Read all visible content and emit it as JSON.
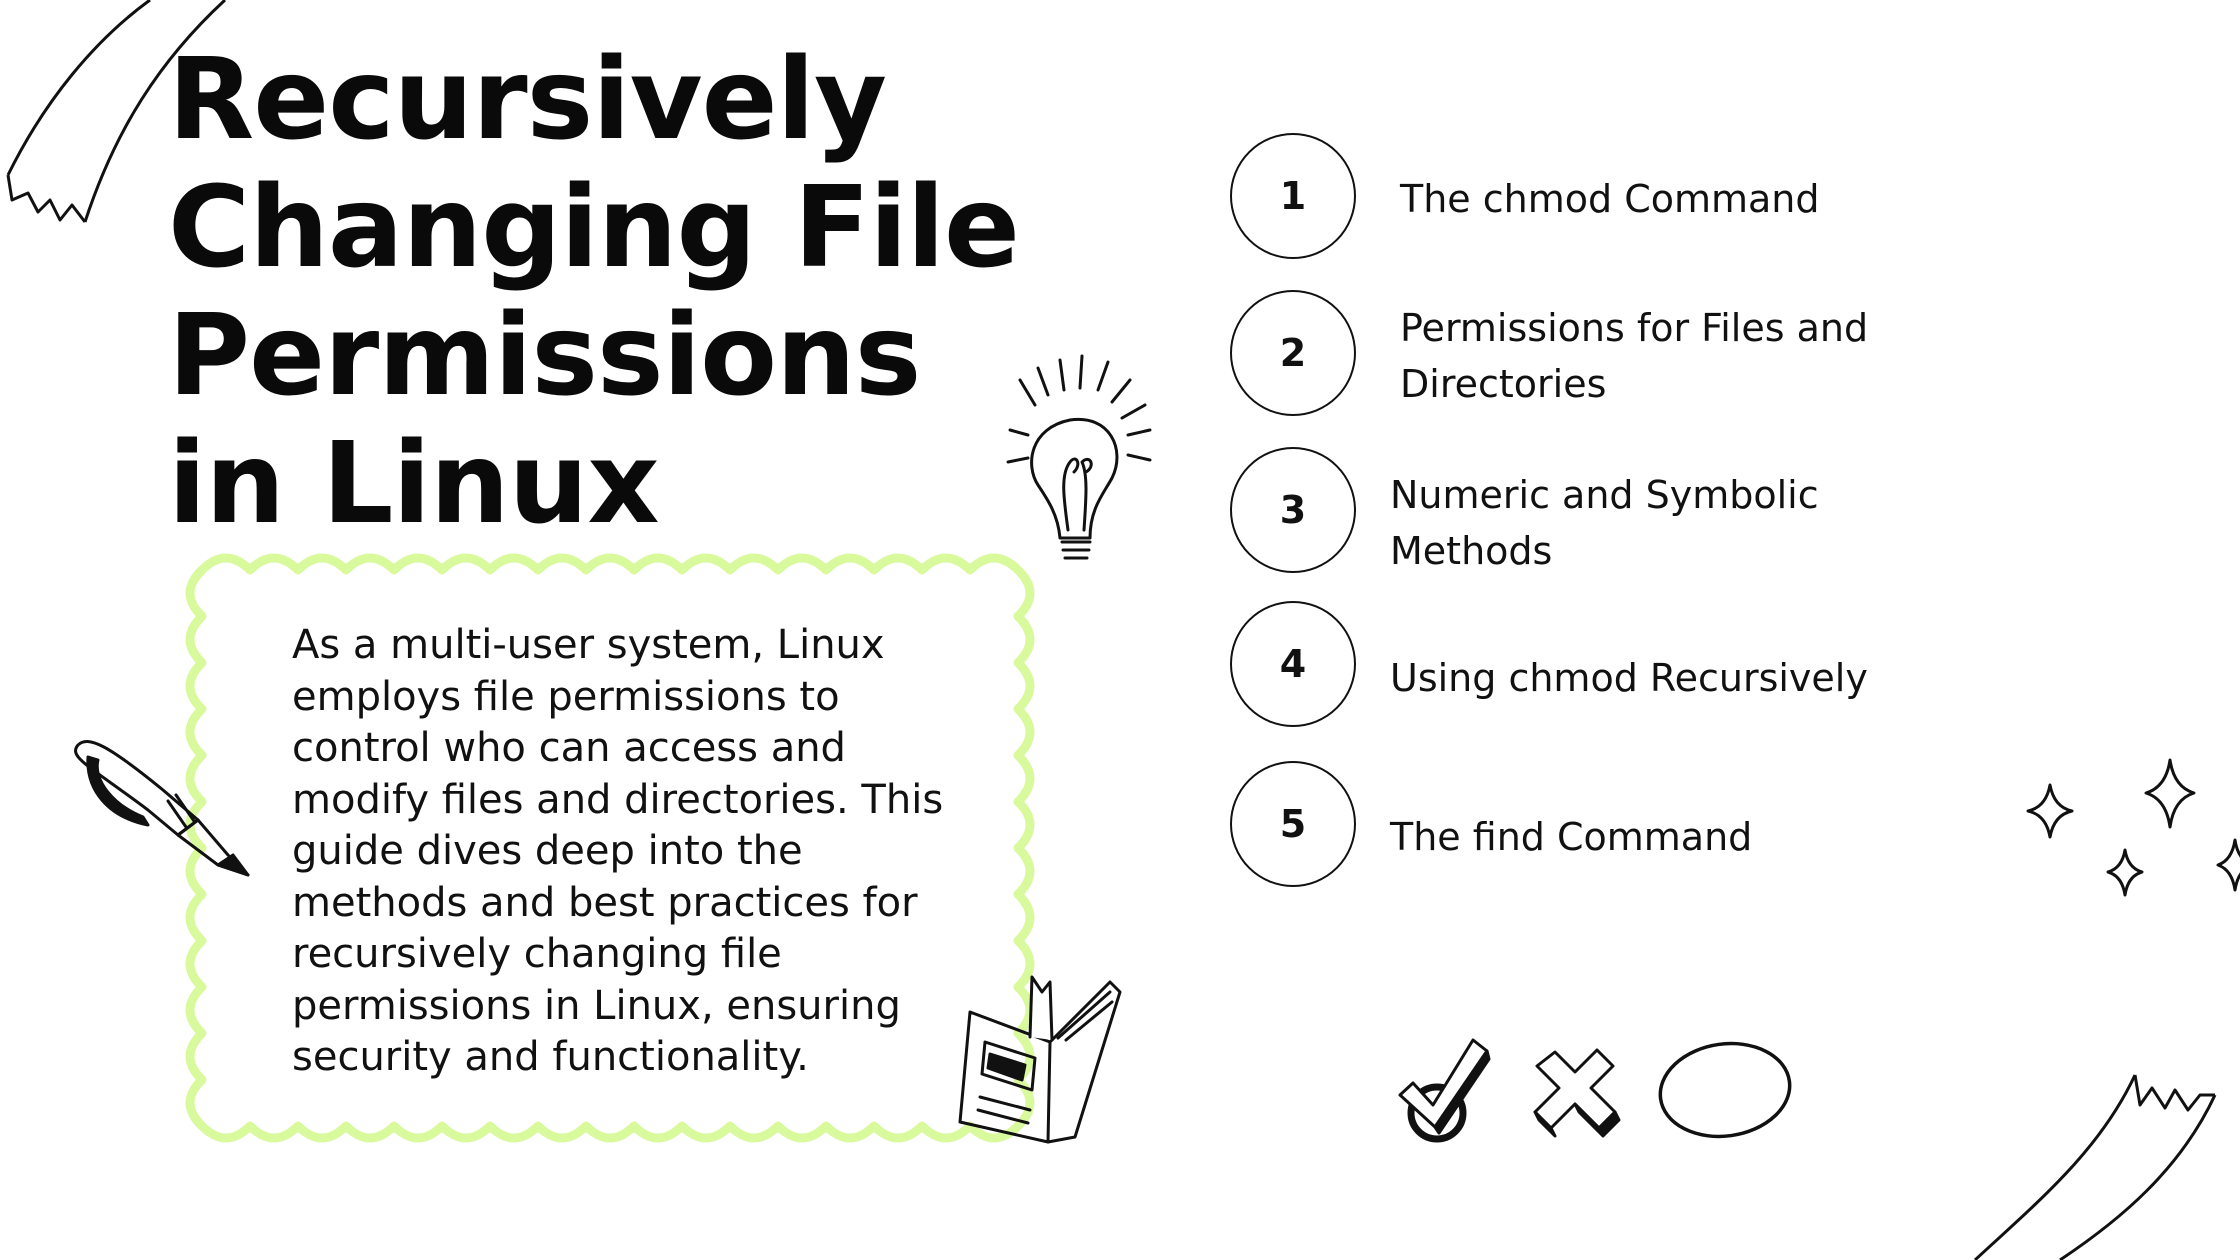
{
  "title": "Recursively Changing File Permissions in Linux",
  "intro": "As a multi-user system, Linux employs file permissions to control who can access and modify files and directories. This guide dives deep into the methods and best practices for recursively changing file permissions in Linux, ensuring security and functionality.",
  "items": [
    {
      "number": "1",
      "label": "The chmod Command"
    },
    {
      "number": "2",
      "label": "Permissions for Files and Directories"
    },
    {
      "number": "3",
      "label": "Numeric and Symbolic Methods"
    },
    {
      "number": "4",
      "label": "Using chmod Recursively"
    },
    {
      "number": "5",
      "label": "The find Command"
    }
  ],
  "colors": {
    "accent_frame": "#d9f99d",
    "ink": "#111111"
  },
  "icons": [
    "ribbon-icon",
    "lightbulb-icon",
    "pen-icon",
    "book-icon",
    "sparkles-icon",
    "checkmark-icon",
    "cross-icon",
    "circle-icon"
  ]
}
